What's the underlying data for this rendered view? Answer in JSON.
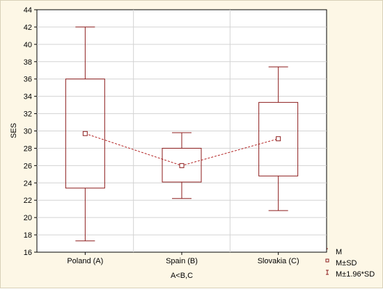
{
  "chart_data": {
    "type": "box",
    "categories": [
      "Poland (A)",
      "Spain (B)",
      "Slovakia (C)"
    ],
    "series": [
      {
        "name": "M",
        "values": [
          29.7,
          26.0,
          29.1
        ]
      },
      {
        "name": "M±SD",
        "lower": [
          23.4,
          24.1,
          24.8
        ],
        "upper": [
          36.0,
          28.0,
          33.3
        ]
      },
      {
        "name": "M±1.96*SD",
        "lower": [
          17.3,
          22.2,
          20.8
        ],
        "upper": [
          42.0,
          29.8,
          37.4
        ]
      }
    ],
    "ylabel": "SES",
    "xlabel": "A<B,C",
    "ylim": [
      16,
      44
    ],
    "yticks": [
      "16",
      "18",
      "20",
      "22",
      "24",
      "26",
      "28",
      "30",
      "32",
      "34",
      "36",
      "38",
      "40",
      "42",
      "44"
    ],
    "grid": true,
    "legend_position": "bottom-right",
    "colors": {
      "box": "#8b1a1a",
      "mean_line": "#b22222",
      "background": "#fdf7e6",
      "plot_area": "#ffffff",
      "grid": "#d3d3d3"
    }
  }
}
